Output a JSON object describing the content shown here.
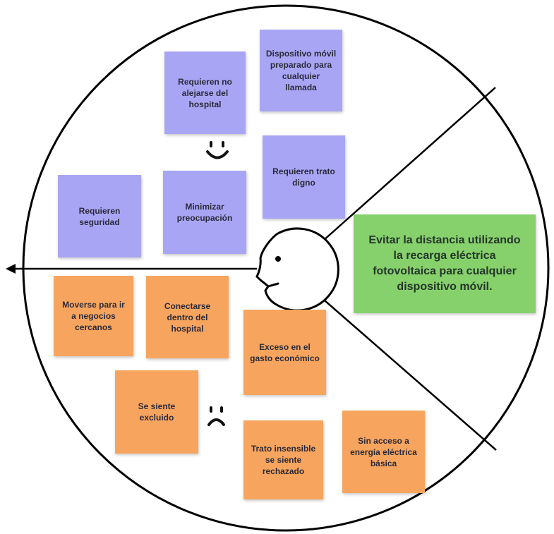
{
  "positive_notes": [
    {
      "text": "Dispositivo móvil preparado para cualquier llamada"
    },
    {
      "text": "Requieren no alejarse del hospital"
    },
    {
      "text": "Requieren trato digno"
    },
    {
      "text": "Requieren seguridad"
    },
    {
      "text": "Minimizar preocupación"
    }
  ],
  "negative_notes": [
    {
      "text": "Moverse para ir a negocios cercanos"
    },
    {
      "text": "Conectarse dentro del hospital"
    },
    {
      "text": "Exceso en el gasto económico"
    },
    {
      "text": "Se siente excluido"
    },
    {
      "text": "Trato insensible se siente rechazado"
    },
    {
      "text": "Sin acceso a energía eléctrica básica"
    }
  ],
  "goal_note": {
    "text": "Evitar la distancia utilizando la recarga eléctrica fotovoltaica para cualquier dispositivo móvil."
  },
  "icons": {
    "happy": "smiley-face-icon",
    "sad": "frowning-face-icon",
    "head": "person-head-icon"
  },
  "colors": {
    "positive": "#a8a6f4",
    "negative": "#f7a55e",
    "goal": "#86d16c"
  }
}
